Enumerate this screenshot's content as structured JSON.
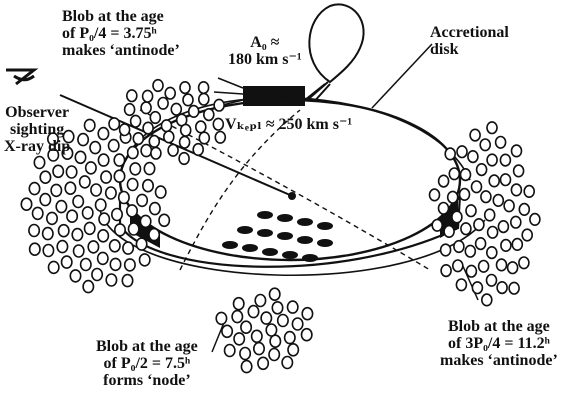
{
  "colors": {
    "ink": "#111111",
    "paper": "#ffffff"
  },
  "labels": {
    "blob_top": [
      "Blob at the age",
      "of P₀/4 = 3.75ʰ",
      "makes ‘antinode’"
    ],
    "a_speed": [
      "A₀ ≈",
      "180 km s⁻¹"
    ],
    "accretional": [
      "Accretional",
      "disk"
    ],
    "observer": [
      "Observer",
      "sighting",
      "X-ray dip"
    ],
    "vkepl": "Vₖₑₚₗ ≈ 250 km s⁻¹",
    "blob_bottom_left": [
      "Blob at the age",
      "of P₀/2 = 7.5ʰ",
      "forms ‘node’"
    ],
    "blob_bottom_right": [
      "Blob at the age",
      "of 3P₀/4 = 11.2ʰ",
      "makes ‘antinode’"
    ]
  },
  "icons": [
    "observer-eye-icon",
    "donor-star-icon"
  ]
}
